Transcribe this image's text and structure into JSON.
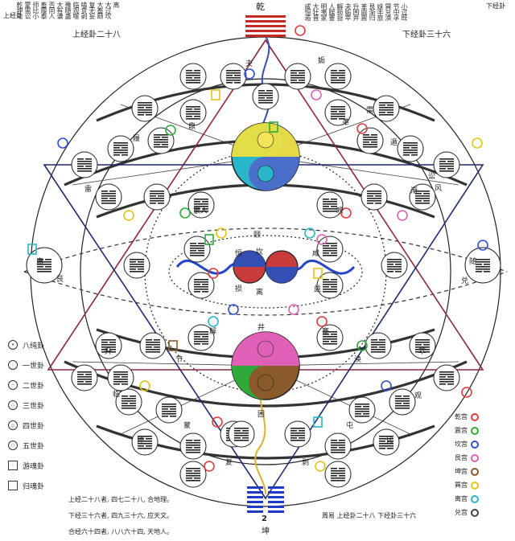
{
  "header": {
    "qian_name": "乾",
    "kun_name": "坤",
    "kun_number": "2",
    "upper_label": "上经卦二十八",
    "lower_label": "下经卦三十六",
    "top_left_small": "上经卦",
    "top_right_small": "下经卦"
  },
  "left_columns": [
    "乾坤屯",
    "蒙需讼",
    "师比小",
    "畜履泰",
    "否同人",
    "大有谦",
    "豫随蛊",
    "临观噬",
    "嗑贲剥",
    "复无妄",
    "大畜颐",
    "大过坎",
    "离"
  ],
  "right_columns": [
    "咸恒遁",
    "大壮晋",
    "明夷家",
    "人睽蹇",
    "解损益",
    "夬姤萃",
    "升困井",
    "革鼎震",
    "艮渐归",
    "妹丰旅",
    "巽兑涣",
    "节中孚",
    "小过既"
  ],
  "legend": [
    {
      "symbol": "•",
      "label": "八纯卦",
      "shape": "circle"
    },
    {
      "symbol": "·",
      "label": "一世卦",
      "shape": "circle"
    },
    {
      "symbol": "··",
      "label": "二世卦",
      "shape": "circle"
    },
    {
      "symbol": "∴",
      "label": "三世卦",
      "shape": "circle"
    },
    {
      "symbol": "::",
      "label": "四世卦",
      "shape": "circle"
    },
    {
      "symbol": "⁙",
      "label": "五世卦",
      "shape": "circle"
    },
    {
      "symbol": "·",
      "label": "游魂卦",
      "shape": "square"
    },
    {
      "symbol": "",
      "label": "归魂卦",
      "shape": "square"
    }
  ],
  "palaces": [
    {
      "label": "乾宫",
      "color": "#e23b3b"
    },
    {
      "label": "震宫",
      "color": "#2faa3a"
    },
    {
      "label": "坎宫",
      "color": "#2e4fd6"
    },
    {
      "label": "艮宫",
      "color": "#e060b8"
    },
    {
      "label": "坤宫",
      "color": "#8a5a2b"
    },
    {
      "label": "巽宫",
      "color": "#e6c21a"
    },
    {
      "label": "离宫",
      "color": "#29b6c8"
    },
    {
      "label": "兑宫",
      "color": "#444444"
    }
  ],
  "footer": {
    "line1": "上经二十八者, 四七二十八, 合地理。",
    "line2": "下经三十六者, 四九三十六, 应天文。",
    "line3": "合经六十四者, 八八六十四, 天地人。",
    "caption": "周易 上经卦二十八 下经卦三十六"
  },
  "hex_labels": {
    "gen": "艮",
    "dui": "兑",
    "sui": "随",
    "gu": "蛊",
    "xian": "咸",
    "heng": "恒",
    "sun": "损",
    "yi": "益",
    "kan": "坎",
    "li": "离",
    "lin": "临",
    "guan": "观",
    "sheng": "升",
    "cui": "萃",
    "shi": "师",
    "bi": "比",
    "fu": "复",
    "bo": "剥",
    "meng": "蒙",
    "zhun": "屯",
    "jie": "节",
    "huan": "涣",
    "jie2": "解",
    "jian": "蹇",
    "lei": "雷",
    "feng": "风",
    "ge": "革",
    "ding": "鼎",
    "dun": "遁",
    "jian2": "渐",
    "song": "讼",
    "xu": "需",
    "kui": "睽",
    "jiaren": "家人",
    "jing": "井",
    "kun2": "困",
    "yi2": "颐",
    "guai": "夬",
    "gou": "姤",
    "lv": "履"
  }
}
